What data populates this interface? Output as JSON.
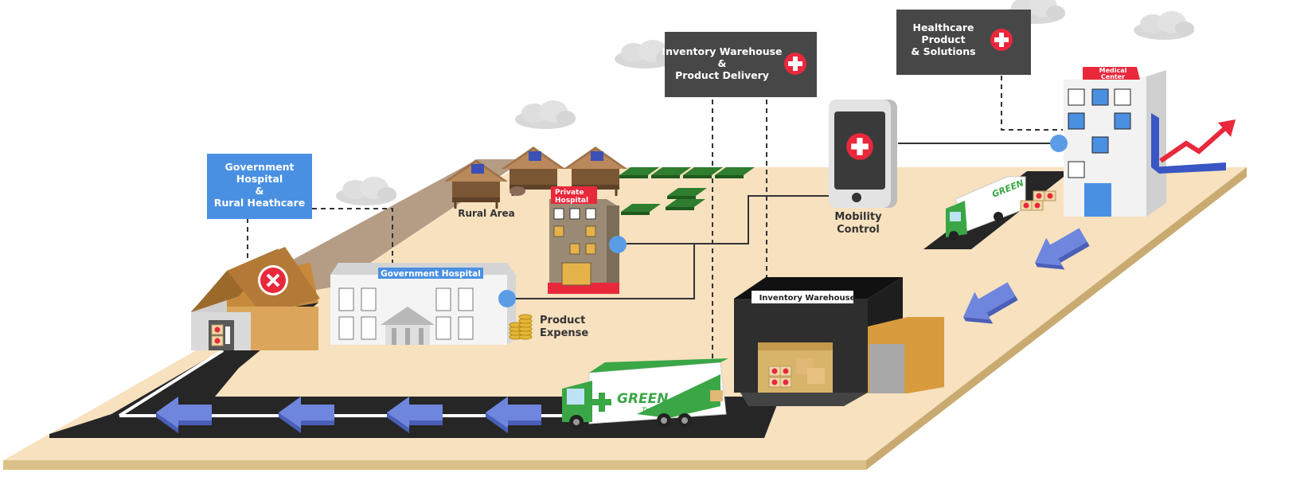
{
  "callouts": {
    "government": [
      "Government",
      "Hospital",
      "&",
      "Rural Heathcare"
    ],
    "inventory": [
      "Inventory Warehouse",
      "&",
      "Product Delivery"
    ],
    "healthcare": [
      "Healthcare",
      "Product",
      "& Solutions"
    ]
  },
  "labels": {
    "rural_area": "Rural Area",
    "government_hospital": "Government Hospital",
    "private_hospital": [
      "Private",
      "Hospital"
    ],
    "product_expense": [
      "Product",
      "Expense"
    ],
    "mobility_control": [
      "Mobility",
      "Control"
    ],
    "inventory_warehouse": "Inventory Warehouse",
    "medical_center": [
      "Medical",
      "Center"
    ],
    "truck_brand": "GREEN",
    "truck_sub": "TeleMed",
    "small_truck_brand": "GREEN"
  },
  "colors": {
    "ground": "#f7e1bf",
    "ground_edge": "#dcc089",
    "road": "#222222",
    "callout_blue": "#4a90e2",
    "callout_dark": "#474747",
    "cross_red": "#e9283c",
    "arrow_blue": "#6f86de",
    "truck_green": "#3aa646"
  },
  "icons": {
    "plus": "plus-icon",
    "reject": "x-circle-icon",
    "phone": "smartphone-icon",
    "coins": "coins-icon",
    "growth": "trend-up-arrow-icon"
  }
}
